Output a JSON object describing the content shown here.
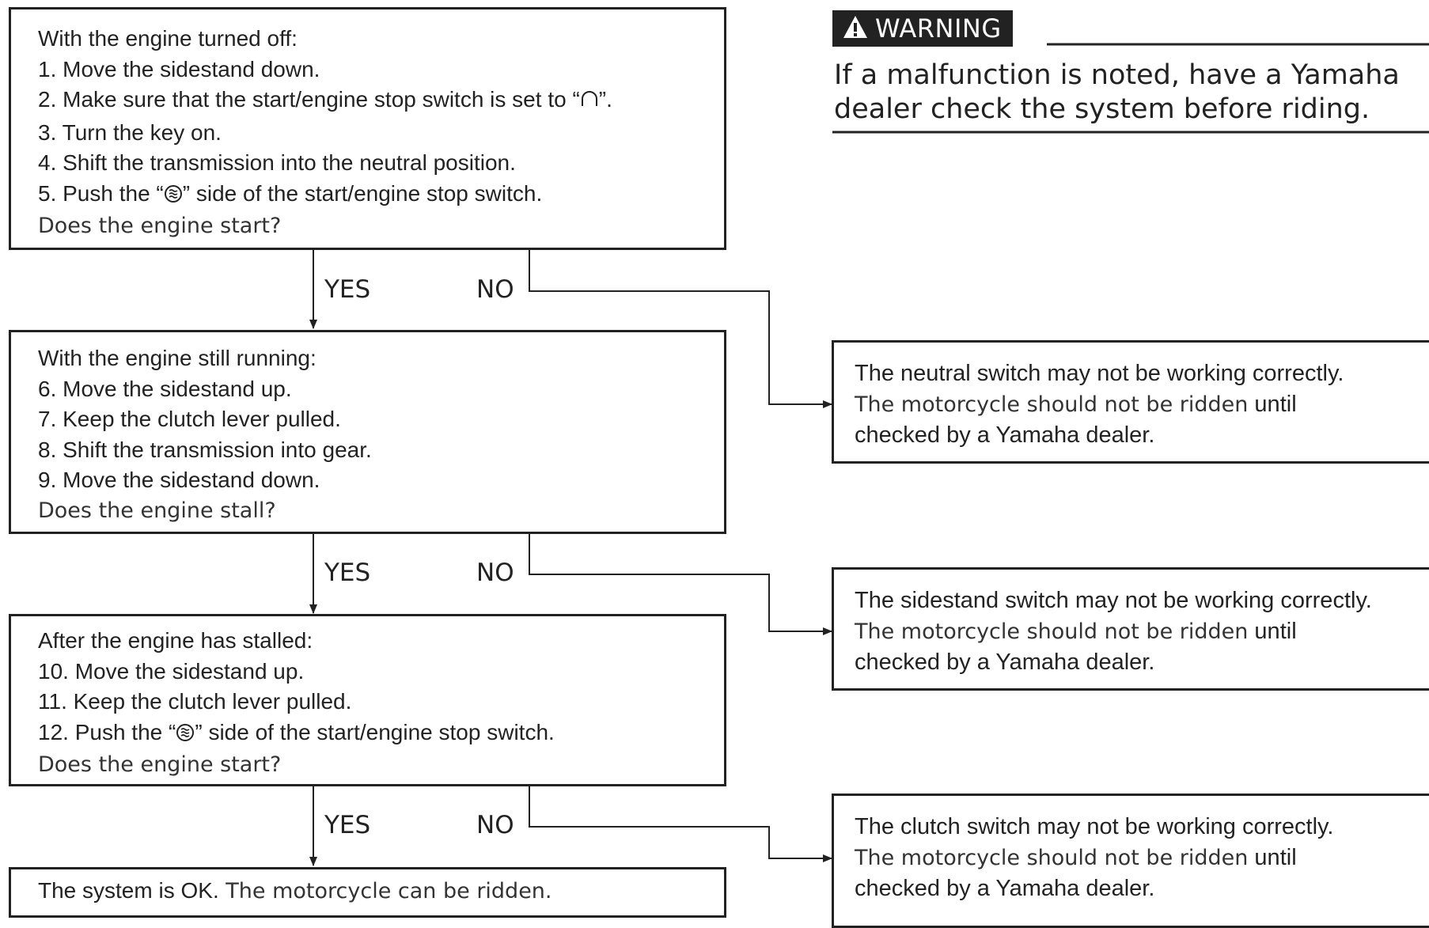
{
  "warning": {
    "label": "WARNING",
    "text_line1": "If a malfunction is noted, have a Yamaha",
    "text_line2": "dealer check the system before riding."
  },
  "step1": {
    "title": "With the engine turned off:",
    "s1": "1. Move the sidestand down.",
    "s2_pre": "2. Make sure that the start/engine stop switch is set to “",
    "s2_post": "”.",
    "s3": "3. Turn the key on.",
    "s4": "4. Shift the transmission into the neutral position.",
    "s5_pre": "5. Push the “",
    "s5_post": "” side of the start/engine stop switch.",
    "question": "Does the engine start?"
  },
  "step2": {
    "title": "With the engine still running:",
    "s6": "6. Move the sidestand up.",
    "s7": "7. Keep the clutch lever pulled.",
    "s8": "8. Shift the transmission into gear.",
    "s9": "9. Move the sidestand down.",
    "question": "Does the engine stall?"
  },
  "step3": {
    "title": "After the engine has stalled:",
    "s10": "10. Move the sidestand up.",
    "s11": "11. Keep the clutch lever pulled.",
    "s12_pre": "12. Push the “",
    "s12_post": "” side of the start/engine stop switch.",
    "question": "Does the engine start?"
  },
  "result": {
    "ok_strong": "The system is OK.",
    "ok_rest": " The motorcycle can be ridden."
  },
  "labels": {
    "yes": "YES",
    "no": "NO"
  },
  "faults": [
    {
      "line1": "The neutral switch may not be working correctly.",
      "line2_a": "The motorcycle should not be ridden",
      "line2_b": " until",
      "line3": "checked by a Yamaha dealer."
    },
    {
      "line1": "The sidestand switch may not be working correctly.",
      "line2_a": "The motorcycle should not be ridden",
      "line2_b": " until",
      "line3": "checked by a Yamaha dealer."
    },
    {
      "line1": "The clutch switch may not be working correctly.",
      "line2_a": "The motorcycle should not be ridden",
      "line2_b": " until",
      "line3": "checked by a Yamaha dealer."
    }
  ],
  "icons": {
    "run_switch": "circle-run-icon",
    "start_switch": "starter-button-icon",
    "warning": "warning-triangle-icon"
  }
}
